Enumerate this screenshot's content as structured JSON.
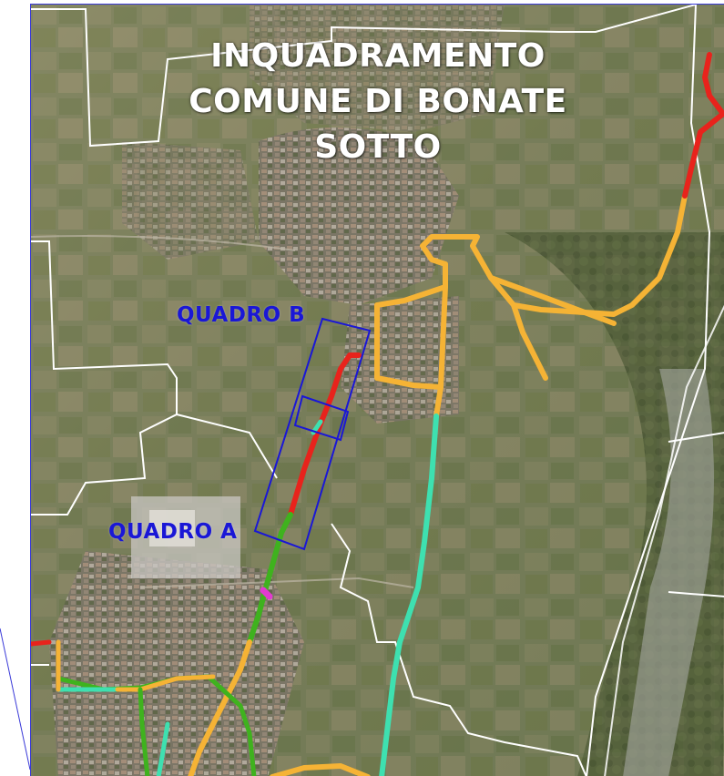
{
  "title": {
    "line1": "INQUADRAMENTO",
    "line2": "COMUNE DI BONATE",
    "line3": "SOTTO"
  },
  "labels": {
    "quadro_a": "QUADRO A",
    "quadro_b": "QUADRO B"
  },
  "colors": {
    "route_red": "#e8231c",
    "route_orange": "#f5b335",
    "route_cyan": "#3ee0b0",
    "route_green": "#3fb21e",
    "route_magenta": "#e23ad0",
    "boundary_white": "#ffffff",
    "frame_blue": "#1a17d6"
  }
}
